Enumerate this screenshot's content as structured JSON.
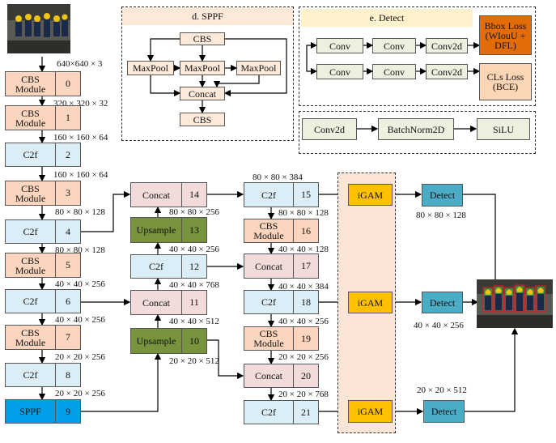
{
  "backbone": {
    "input_size": "640×640 × 3",
    "n0": {
      "label": "CBS Module",
      "idx": "0"
    },
    "n1": {
      "label": "CBS Module",
      "idx": "1"
    },
    "n2": {
      "label": "C2f",
      "idx": "2"
    },
    "n3": {
      "label": "CBS Module",
      "idx": "3"
    },
    "n4": {
      "label": "C2f",
      "idx": "4"
    },
    "n5": {
      "label": "CBS Module",
      "idx": "5"
    },
    "n6": {
      "label": "C2f",
      "idx": "6"
    },
    "n7": {
      "label": "CBS Module",
      "idx": "7"
    },
    "n8": {
      "label": "C2f",
      "idx": "8"
    },
    "n9": {
      "label": "SPPF",
      "idx": "9"
    },
    "d0": "320 × 320 × 32",
    "d1": "160 × 160 × 64",
    "d2": "160 × 160 × 64",
    "d3": "80 × 80 × 128",
    "d4": "80 × 80 × 128",
    "d5": "40 × 40 × 256",
    "d6": "40 × 40 × 256",
    "d7": "20 × 20 × 256",
    "d8": "20 × 20 × 256"
  },
  "neck": {
    "n10": {
      "label": "Upsample",
      "idx": "10"
    },
    "n11": {
      "label": "Concat",
      "idx": "11"
    },
    "n12": {
      "label": "C2f",
      "idx": "12"
    },
    "n13": {
      "label": "Upsample",
      "idx": "13"
    },
    "n14": {
      "label": "Concat",
      "idx": "14"
    },
    "n15": {
      "label": "C2f",
      "idx": "15"
    },
    "n16": {
      "label": "CBS Module",
      "idx": "16"
    },
    "n17": {
      "label": "Concat",
      "idx": "17"
    },
    "n18": {
      "label": "C2f",
      "idx": "18"
    },
    "n19": {
      "label": "CBS Module",
      "idx": "19"
    },
    "n20": {
      "label": "Concat",
      "idx": "20"
    },
    "n21": {
      "label": "C2f",
      "idx": "21"
    },
    "d10": "20 × 20 × 512",
    "d11": "40 × 40 × 512",
    "d12_bottom": "40 × 40 × 768",
    "d12_top": "40 × 40 × 256",
    "d13": "80 × 80 × 256",
    "d14": "80 × 80 × 256",
    "d15_top": "80 × 80 × 384",
    "d15": "80 × 80 × 128",
    "d16": "40 × 40 × 128",
    "d17": "40 × 40 × 384",
    "d18": "40 × 40 × 256",
    "d19": "20 × 20 × 256",
    "d20": "20 × 20 × 768"
  },
  "head": {
    "igam1": "iGAM",
    "igam2": "iGAM",
    "igam3": "iGAM",
    "det1": "Detect",
    "det2": "Detect",
    "det3": "Detect",
    "out1": "80 × 80 × 128",
    "out2": "40 × 40 × 256",
    "out3": "20 × 20 × 512"
  },
  "sppf_panel": {
    "title": "d. SPPF",
    "cbs_top": "CBS",
    "maxpool_left": "MaxPool",
    "maxpool_mid": "MaxPool",
    "maxpool_right": "MaxPool",
    "concat": "Concat",
    "cbs_bottom": "CBS"
  },
  "detect_panel": {
    "title": "e. Detect",
    "conv_a1": "Conv",
    "conv_a2": "Conv",
    "conv2d_a": "Conv2d",
    "conv_b1": "Conv",
    "conv_b2": "Conv",
    "conv2d_b": "Conv2d",
    "bbox_loss": "Bbox Loss (WIouU + DFL)",
    "cls_loss": "CLs Loss (BCE)"
  },
  "cbs_panel": {
    "conv2d": "Conv2d",
    "batchnorm": "BatchNorm2D",
    "silu": "SiLU"
  },
  "colors": {
    "cbs": "#fbd5bd",
    "c2f": "#dbeef7",
    "concat": "#f2dcdb",
    "upsample": "#77933c",
    "sppf": "#00a0e9",
    "igam": "#ffc000",
    "detect": "#4bacc6",
    "loss": "#e36c09",
    "panel_title": "#fde9d9",
    "detect_title": "#fff2cc"
  }
}
